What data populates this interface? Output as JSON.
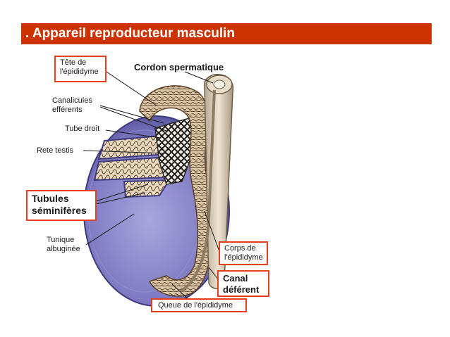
{
  "title": ". Appareil reproducteur masculin",
  "labels": {
    "tete_epididyme": [
      "Tête de",
      "l'épididyme"
    ],
    "cordon_spermatique": "Cordon spermatique",
    "canalicules_efferents": [
      "Canalicules",
      "efférents"
    ],
    "tube_droit": "Tube droit",
    "rete_testis": "Rete testis",
    "tubules_seminiferes": [
      "Tubules",
      "séminifères"
    ],
    "tunique_albuginee": [
      "Tunique",
      "albuginée"
    ],
    "corps_epididyme": [
      "Corps de",
      "l'épididyme"
    ],
    "canal_deferent": [
      "Canal",
      "déférent"
    ],
    "queue_epididyme": "Queue de l'épididyme"
  },
  "colors": {
    "title_bg": "#cc3300",
    "highlight_box": "#e8401c",
    "testis": "#8a86c8",
    "epididymis": "#e8d4b8"
  }
}
